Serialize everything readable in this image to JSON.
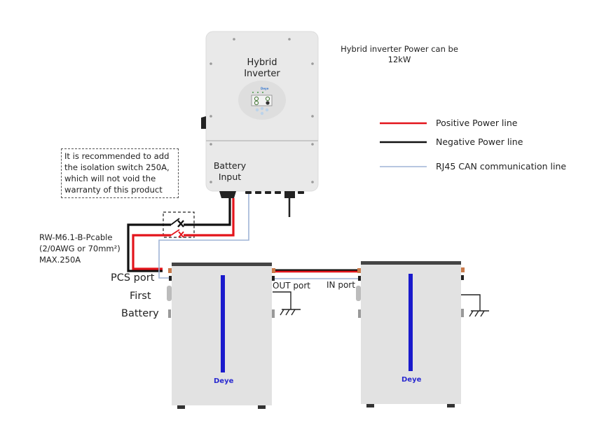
{
  "inverter": {
    "title_line1": "Hybrid",
    "title_line2": "Inverter",
    "battery_input_line1": "Battery",
    "battery_input_line2": "Input",
    "brand": "Deye",
    "body_color": "#e9e9e9"
  },
  "power_note": {
    "line1": "Hybrid inverter Power can be",
    "line2": "12kW"
  },
  "legend": [
    {
      "label": "Positive Power line",
      "color": "#e3141b",
      "icon": "red-line"
    },
    {
      "label": "Negative Power line",
      "color": "#111111",
      "icon": "black-line"
    },
    {
      "label": "RJ45 CAN communication line",
      "color": "#9fb4d6",
      "icon": "light-blue-line"
    }
  ],
  "isolation_note": {
    "lines": [
      "It is recommended to add",
      "the isolation switch 250A,",
      "which will not void the",
      "warranty of this product"
    ]
  },
  "cable_spec": {
    "line1": "RW-M6.1-B-Pcable",
    "line2": "(2/0AWG or 70mm²)",
    "line3": "MAX.250A"
  },
  "labels": {
    "pcs_port": "PCS port",
    "first": "First",
    "battery": "Battery",
    "out_port": "OUT port",
    "in_port": "IN port"
  },
  "batteries": [
    {
      "brand": "Deye",
      "indicator_color": "#1a1acc"
    },
    {
      "brand": "Deye",
      "indicator_color": "#1a1acc"
    }
  ]
}
